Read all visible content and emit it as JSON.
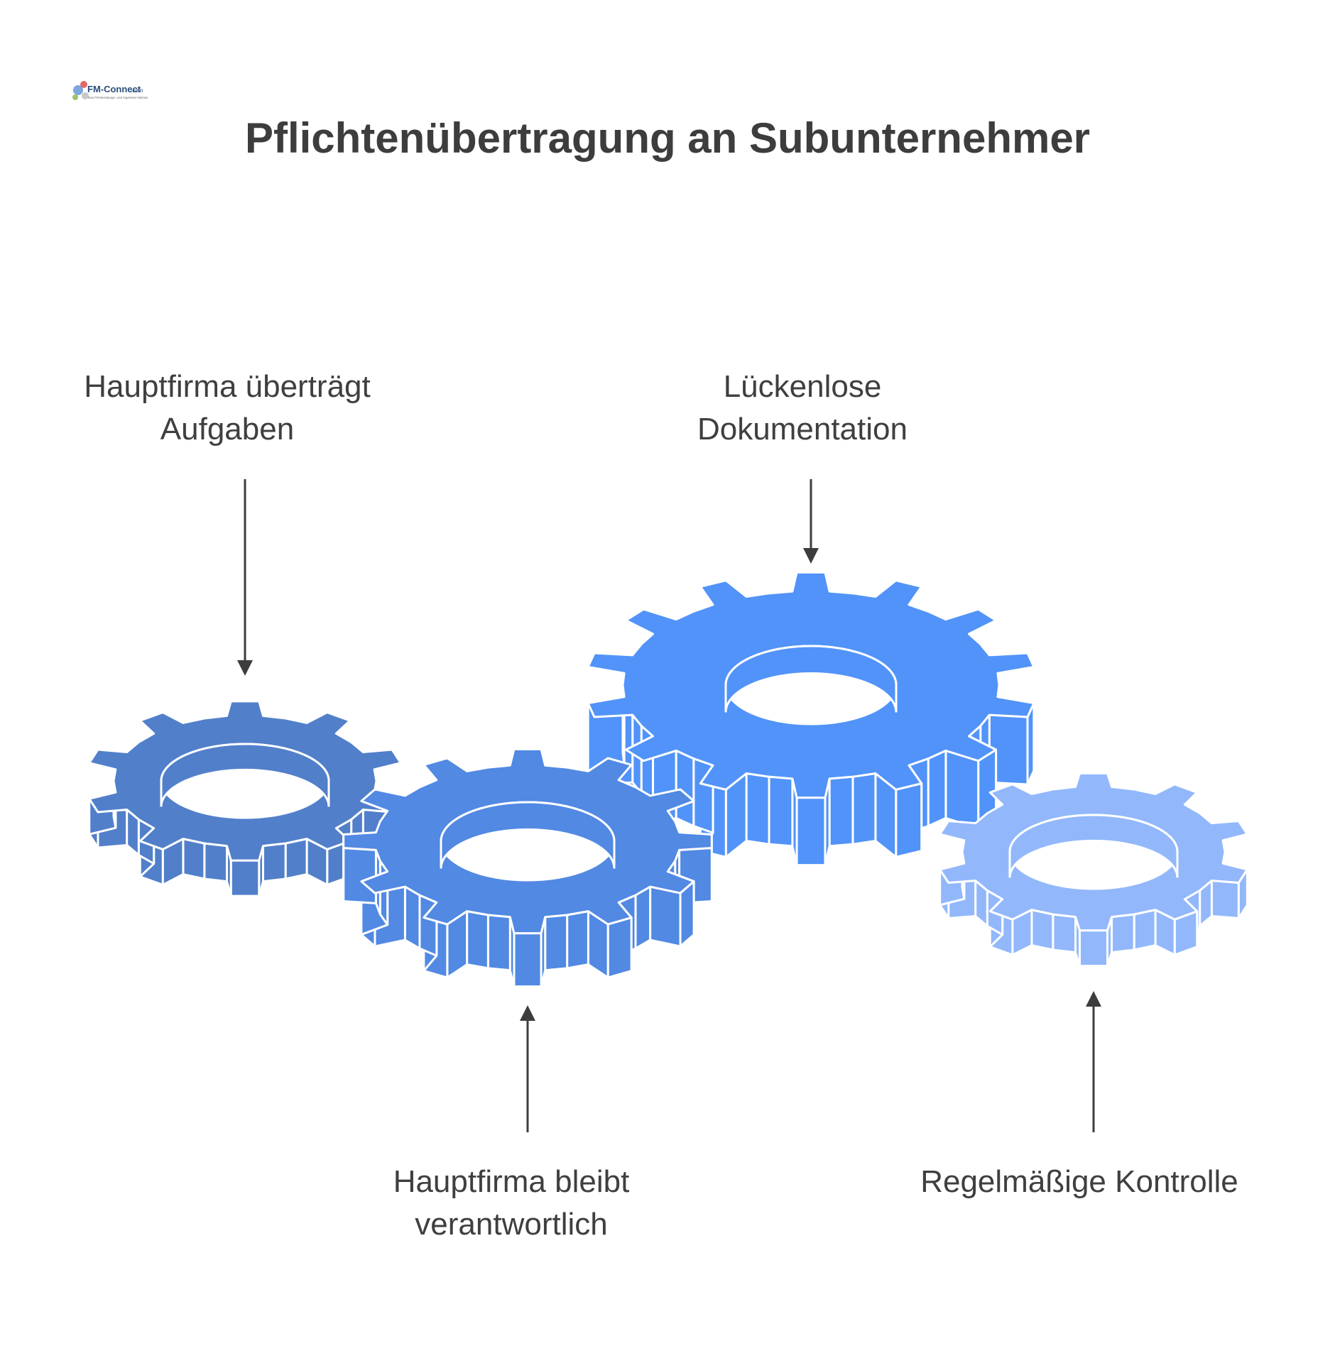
{
  "logo": {
    "text": "FM-Connect.com",
    "tagline": "Das FM-Beratungs- und Ingenieur-Netzwerk"
  },
  "title": "Pflichtenübertragung an Subunternehmer",
  "labels": {
    "assign": {
      "line1": "Hauptfirma überträgt",
      "line2": "Aufgaben"
    },
    "documentation": {
      "line1": "Lückenlose",
      "line2": "Dokumentation"
    },
    "responsible": {
      "line1": "Hauptfirma bleibt",
      "line2": "verantwortlich"
    },
    "control": {
      "line1": "Regelmäßige Kontrolle"
    }
  },
  "colors": {
    "gear_assign": "#517fca",
    "gear_responsible": "#5189e3",
    "gear_documentation": "#5193f8",
    "gear_control": "#92b8fb",
    "outline": "#ffffff",
    "arrow": "#3d3d3d",
    "title": "#3d3d3d",
    "label": "#3f3f3f"
  }
}
